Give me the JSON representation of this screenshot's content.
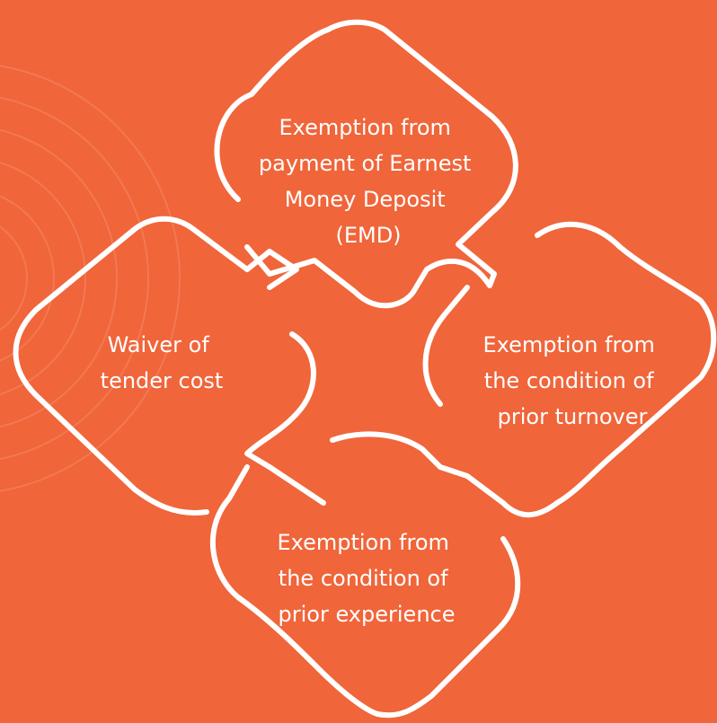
{
  "colors": {
    "background": "#f0653a",
    "stroke": "#ffffff",
    "text": "#ffffff",
    "mandala": "#f48a66"
  },
  "diagram": {
    "shape": "four interlocking rounded diamonds",
    "items": [
      {
        "id": "top",
        "lines": [
          "Exemption from",
          "payment of Earnest",
          "Money Deposit",
          "(EMD)"
        ]
      },
      {
        "id": "left",
        "lines": [
          "Waiver of",
          "tender cost"
        ]
      },
      {
        "id": "right",
        "lines": [
          "Exemption from",
          "the condition of",
          "prior turnover"
        ]
      },
      {
        "id": "bottom",
        "lines": [
          "Exemption from",
          "the condition of",
          "prior experience"
        ]
      }
    ]
  }
}
